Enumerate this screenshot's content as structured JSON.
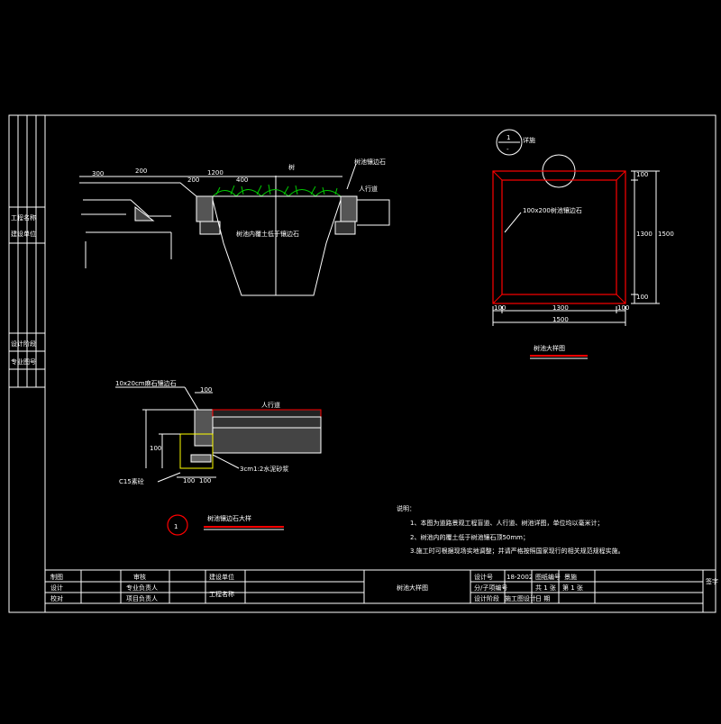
{
  "colors": {
    "background": "#000000",
    "frame": "#ffffff",
    "red": "#ff0000",
    "green": "#00cc00",
    "yellow": "#ffff00",
    "label": "#ffffff"
  },
  "section": {
    "label_paver": "树池镶边石",
    "label_tree": "树",
    "label_sidewalk": "人行道",
    "label_soil": "树池内覆土低于镶边石",
    "dim_top": "1200",
    "dim_a": "400",
    "dim_b": "200"
  },
  "plan": {
    "callout_num": "1",
    "callout_den": "-",
    "callout_label": "详施",
    "stone_label": "100x200树池镶边石",
    "title": "树池大样图",
    "dim_side_total": "1500",
    "dim_side_small": "100",
    "dim_side_mid": "1300",
    "dim_bottom_total": "1500",
    "dim_bottom_mid": "1300",
    "dim_bottom_small": "100"
  },
  "detail": {
    "label_stone": "10x20cm麻石镶边石",
    "label_sidewalk": "人行道",
    "label_mortar": "3cm1:2水泥砂浆",
    "label_concrete": "C15素砼",
    "callout_num": "1",
    "title": "树池镶边石大样",
    "dim_top": "100",
    "dim_left": "100",
    "dim_bottom_a": "100",
    "dim_bottom_b": "100"
  },
  "notes": {
    "heading": "说明：",
    "items": [
      "1、本图为道路景观工程盲道、人行道、树池详图，单位均以毫米计；",
      "2、树池内的覆土低于树池镶石顶50mm；",
      "3.施工时可根据现场实地调整；并请严格按照国家现行的相关规范规程实施。"
    ]
  },
  "left_strip": {
    "row1": "工程名称",
    "row2": "建设单位",
    "row3": "设计阶段",
    "row4": "专业图号"
  },
  "title_block": {
    "r1c1": "制图",
    "r1c2": "审核",
    "r2c1": "设计",
    "r2c2": "专业负责人",
    "r3c1": "校对",
    "r3c2": "项目负责人",
    "unit_label": "建设单位",
    "project_label": "工程名称",
    "drawing_name": "树池大样图",
    "code_label": "设计号",
    "code_value": "18-2002",
    "drawing_no_label": "图纸编号",
    "drawing_no_value": "景施",
    "sub_label": "分/子项编号",
    "sheet_total": "共 1 张",
    "sheet_no": "第 1 张",
    "stage_label": "设计阶段",
    "stage_value": "施工图设计",
    "date_label": "日  期",
    "right_tag": "签字"
  }
}
